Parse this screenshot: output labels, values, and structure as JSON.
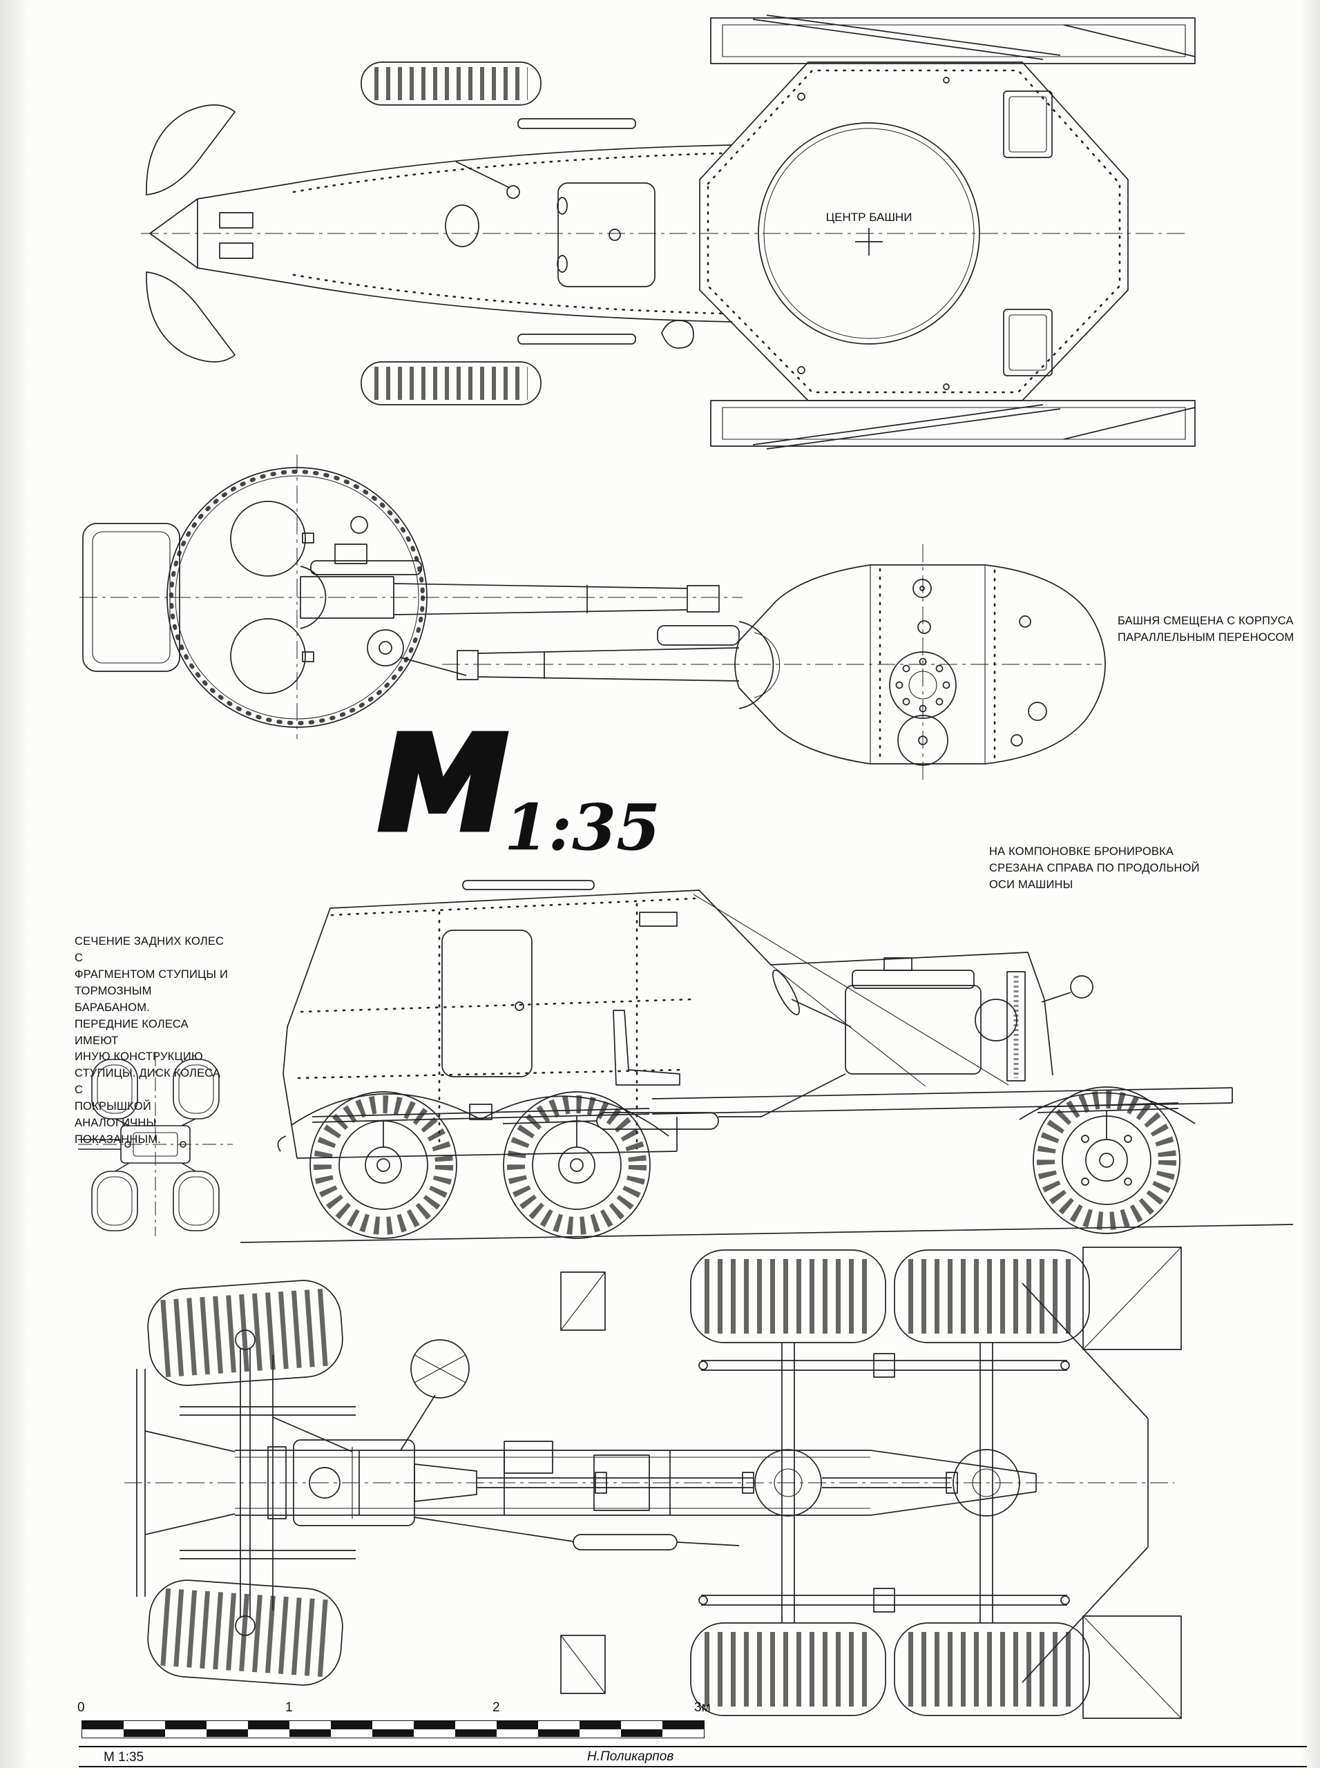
{
  "page": {
    "paper_color": "#fcfcfa",
    "ink_color": "#1f1f1f"
  },
  "labels": {
    "turret_center": "ЦЕНТР БАШНИ",
    "turret_offset": [
      "БАШНЯ СМЕЩЕНА С КОРПУСА",
      "ПАРАЛЛЕЛЬНЫМ ПЕРЕНОСОМ"
    ],
    "layout_note": [
      "НА КОМПОНОВКЕ БРОНИРОВКА",
      "СРЕЗАНА СПРАВА ПО ПРОДОЛЬНОЙ",
      "ОСИ МАШИНЫ"
    ],
    "wheel_note": [
      "СЕЧЕНИЕ ЗАДНИХ КОЛЕС С",
      "ФРАГМЕНТОМ СТУПИЦЫ И",
      "ТОРМОЗНЫМ БАРАБАНОМ.",
      "ПЕРЕДНИЕ КОЛЕСА ИМЕЮТ",
      "ИНУЮ КОНСТРУКЦИЮ",
      "СТУПИЦЫ. ДИСК КОЛЕСА С",
      "ПОКРЫШКОЙ АНАЛОГИЧНЫ",
      "ПОКАЗАННЫМ."
    ]
  },
  "logo": {
    "letter": "М",
    "scale_text": "1:35"
  },
  "scale_bar": {
    "tick_labels": [
      "0",
      "1",
      "2",
      "3м"
    ]
  },
  "footer": {
    "scale_label": "М 1:35",
    "author": "Н.Поликарпов"
  }
}
